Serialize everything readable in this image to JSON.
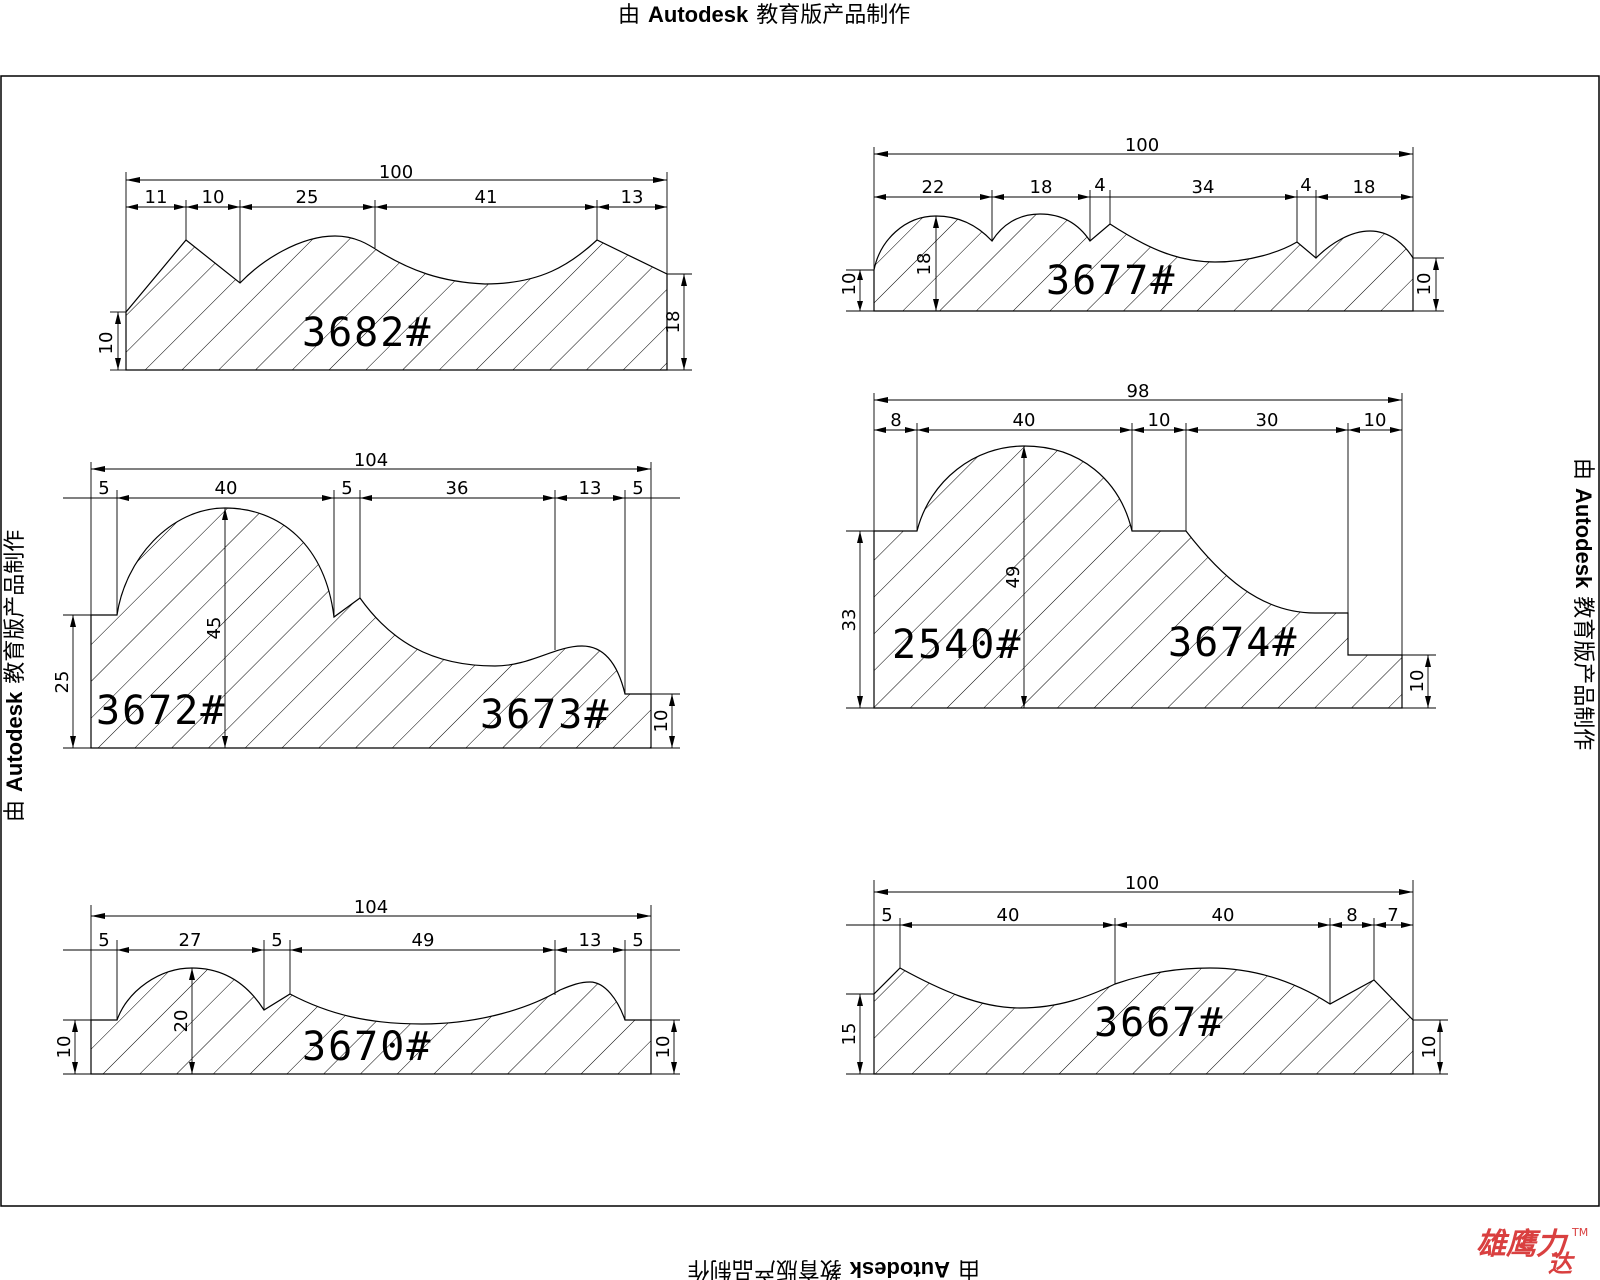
{
  "watermark": {
    "prefix": "由",
    "brand": "Autodesk",
    "suffix": "教育版产品制作"
  },
  "logo": {
    "text_main": "雄鹰力",
    "text_sub": "达",
    "tm": "TM"
  },
  "profiles": [
    {
      "id": "3682",
      "label": "3682#",
      "top_dims": [
        "100"
      ],
      "seg_dims": [
        "11",
        "10",
        "25",
        "41",
        "13"
      ],
      "side_dims": [
        "10",
        "18"
      ]
    },
    {
      "id": "3677",
      "label": "3677#",
      "top_dims": [
        "100"
      ],
      "seg_dims": [
        "22",
        "18",
        "4",
        "34",
        "4",
        "18"
      ],
      "side_dims": [
        "18",
        "10",
        "10"
      ]
    },
    {
      "id": "3672-3673",
      "labels": [
        "3672#",
        "3673#"
      ],
      "top_dims": [
        "104"
      ],
      "seg_dims": [
        "5",
        "40",
        "5",
        "36",
        "13",
        "5"
      ],
      "side_dims": [
        "45",
        "25",
        "10"
      ]
    },
    {
      "id": "2540-3674",
      "labels": [
        "2540#",
        "3674#"
      ],
      "top_dims": [
        "98"
      ],
      "seg_dims": [
        "8",
        "40",
        "10",
        "30",
        "10"
      ],
      "side_dims": [
        "49",
        "33",
        "10"
      ]
    },
    {
      "id": "3670",
      "label": "3670#",
      "top_dims": [
        "104"
      ],
      "seg_dims": [
        "5",
        "27",
        "5",
        "49",
        "13",
        "5"
      ],
      "side_dims": [
        "20",
        "10",
        "10"
      ]
    },
    {
      "id": "3667",
      "label": "3667#",
      "top_dims": [
        "100"
      ],
      "seg_dims": [
        "5",
        "40",
        "40",
        "8",
        "7"
      ],
      "side_dims": [
        "15",
        "10"
      ]
    }
  ]
}
